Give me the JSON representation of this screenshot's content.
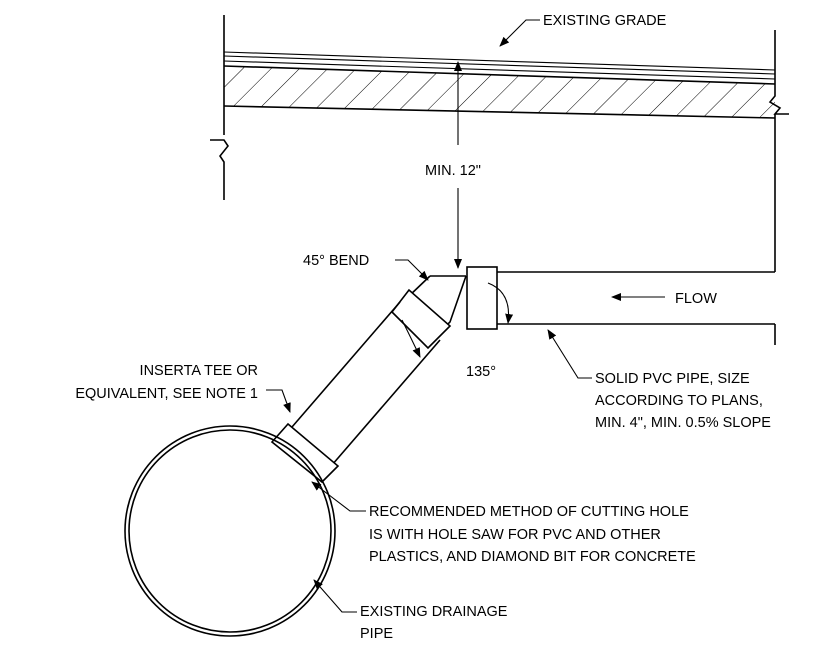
{
  "labels": {
    "existing_grade": "EXISTING GRADE",
    "min_cover": "MIN. 12\"",
    "bend": "45° BEND",
    "flow": "FLOW",
    "angle": "135°",
    "tee_line1": "INSERTA TEE OR",
    "tee_line2": "EQUIVALENT, SEE NOTE 1",
    "pipe_line1": "SOLID PVC PIPE, SIZE",
    "pipe_line2": "ACCORDING TO PLANS,",
    "pipe_line3": "MIN. 4\", MIN. 0.5% SLOPE",
    "hole_line1": "RECOMMENDED METHOD OF CUTTING HOLE",
    "hole_line2": "IS WITH HOLE SAW FOR PVC AND OTHER",
    "hole_line3": "PLASTICS, AND DIAMOND BIT FOR CONCRETE",
    "drain_line1": "EXISTING DRAINAGE",
    "drain_line2": "PIPE"
  }
}
